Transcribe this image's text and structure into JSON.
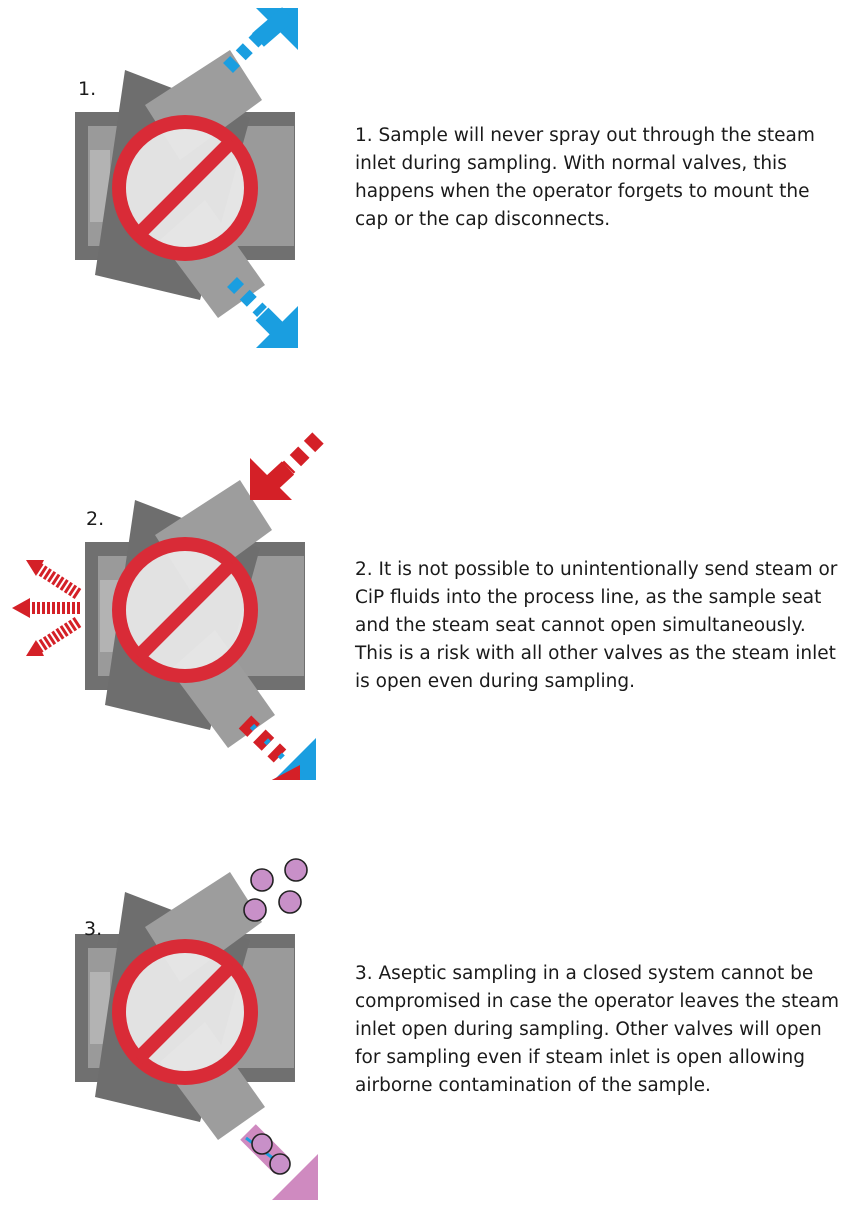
{
  "colors": {
    "valve_body": "#8c8c8c",
    "valve_dark": "#6f6f6f",
    "valve_light": "#b0b0b0",
    "prohibition_red": "#d92b37",
    "prohibition_fill": "#ececec",
    "flow_blue": "#1a9ee0",
    "steam_red": "#d42027",
    "contamination_pink": "#cf8ac0",
    "devil_purple": "#c890c8"
  },
  "panels": [
    {
      "number": "1.",
      "text": "1. Sample will never spray out through the steam inlet during sampling. With normal valves, this happens when the operator forgets to mount the cap or the cap disconnects."
    },
    {
      "number": "2.",
      "text": "2. It is not possible to unintentionally send steam or CiP fluids into the process line, as the sample seat and the steam seat cannot open simultaneously. This is a risk with all other valves as the steam inlet is open even during sampling."
    },
    {
      "number": "3.",
      "text": "3. Aseptic sampling in a closed system cannot be compromised in case the operator leaves the steam inlet open during sampling. Other valves will open for sampling even if steam inlet is open allowing airborne contamination of the sample."
    }
  ]
}
